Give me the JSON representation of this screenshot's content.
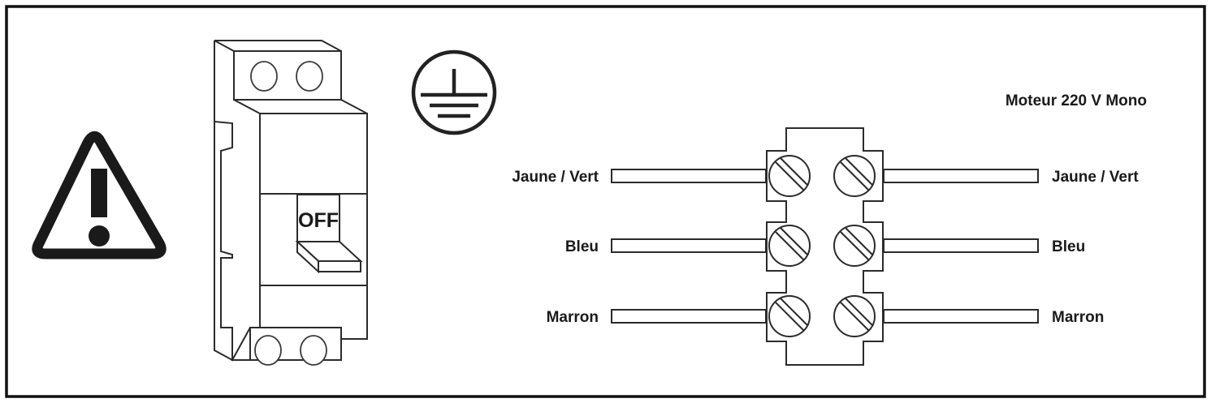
{
  "diagram": {
    "title_right": "Moteur 220 V Mono",
    "toggle_state_label": "OFF",
    "icons": {
      "warning": "warning-triangle-icon",
      "earth": "protective-earth-icon",
      "breaker": "circuit-breaker-icon",
      "terminal_block": "terminal-block-icon"
    },
    "wires_left": [
      {
        "label": "Jaune / Vert",
        "row": 1
      },
      {
        "label": "Bleu",
        "row": 2
      },
      {
        "label": "Marron",
        "row": 3
      }
    ],
    "wires_right": [
      {
        "label": "Jaune / Vert",
        "row": 1
      },
      {
        "label": "Bleu",
        "row": 2
      },
      {
        "label": "Marron",
        "row": 3
      }
    ],
    "terminal_rows": 3,
    "terminal_columns": 2,
    "screw_count": 6,
    "colors": {
      "line": "#2b2b2b",
      "border": "#111111",
      "background": "#ffffff",
      "text": "#1a1a1a"
    }
  }
}
